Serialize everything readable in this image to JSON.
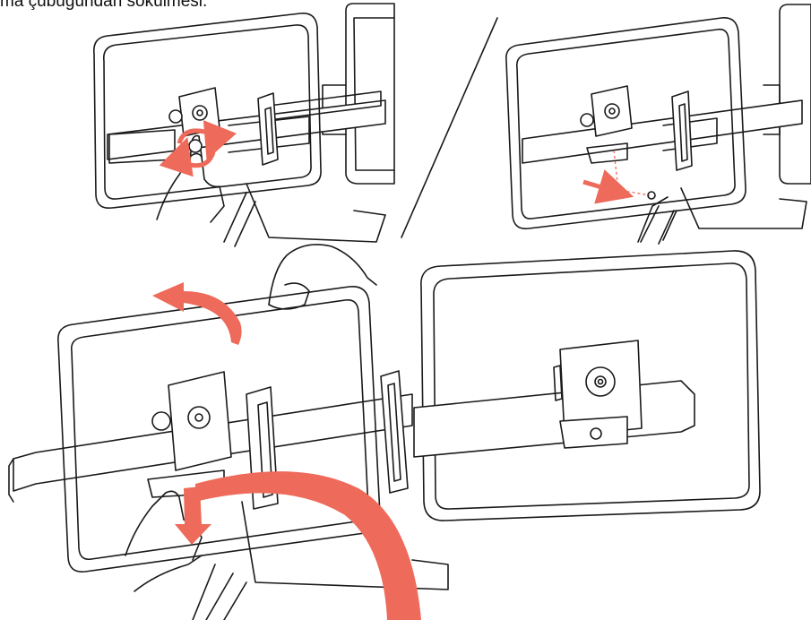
{
  "caption": "ma çubuğundan sökülmesi.",
  "colors": {
    "line": "#1a1a1a",
    "accent": "#ee6a5a",
    "background": "#ffffff"
  },
  "panels": [
    {
      "id": "step-1",
      "icon": "rotate-knob-arrows-icon"
    },
    {
      "id": "step-2",
      "icon": "remove-pin-arrow-icon"
    },
    {
      "id": "step-3",
      "icon": "lift-and-swing-arrows-icon"
    },
    {
      "id": "step-4",
      "icon": "monitor-on-bar-icon"
    }
  ]
}
